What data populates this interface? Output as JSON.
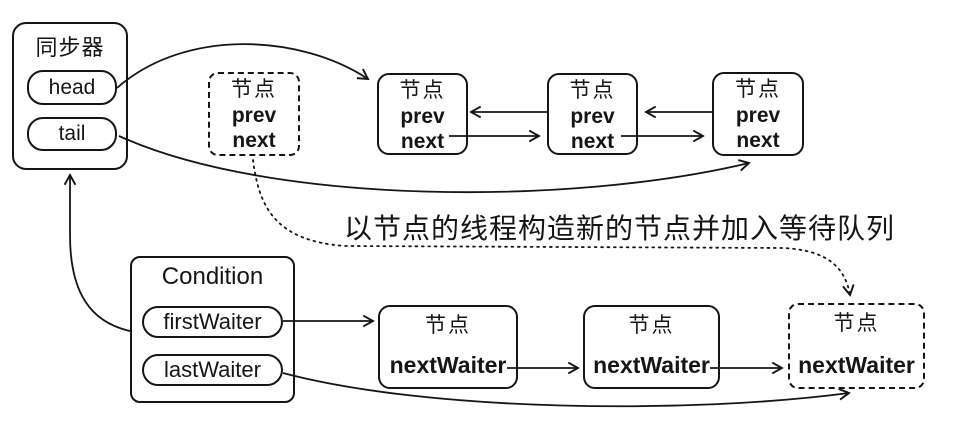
{
  "colors": {
    "ink": "#151515",
    "background": "#ffffff"
  },
  "synchronizer": {
    "title": "同步器",
    "fields": [
      {
        "label": "head"
      },
      {
        "label": "tail"
      }
    ]
  },
  "sync_queue": {
    "pending_node": {
      "title": "节点",
      "fields": [
        "prev",
        "next"
      ]
    },
    "nodes": [
      {
        "title": "节点",
        "fields": [
          "prev",
          "next"
        ]
      },
      {
        "title": "节点",
        "fields": [
          "prev",
          "next"
        ]
      },
      {
        "title": "节点",
        "fields": [
          "prev",
          "next"
        ]
      }
    ]
  },
  "annotation": {
    "text": "以节点的线程构造新的节点并加入等待队列"
  },
  "condition": {
    "title": "Condition",
    "fields": [
      {
        "label": "firstWaiter"
      },
      {
        "label": "lastWaiter"
      }
    ]
  },
  "wait_queue": {
    "nodes": [
      {
        "title": "节点",
        "field": "nextWaiter"
      },
      {
        "title": "节点",
        "field": "nextWaiter"
      },
      {
        "title": "节点",
        "field": "nextWaiter"
      }
    ]
  }
}
